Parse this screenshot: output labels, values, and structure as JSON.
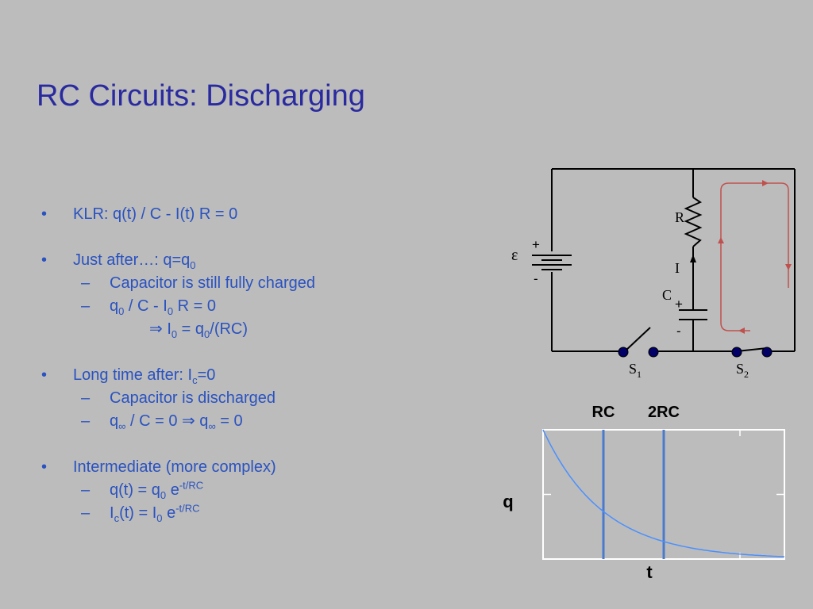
{
  "slide": {
    "title": "RC Circuits: Discharging",
    "bullets": [
      {
        "id": "klr",
        "text": "KLR:  q(t) / C - I(t) R = 0"
      },
      {
        "id": "just-after",
        "text_main": "Just after…:  q=q",
        "text_sub": "0"
      },
      {
        "id": "fully-charged",
        "text": "Capacitor is still fully charged"
      },
      {
        "id": "q0-eq",
        "parts": [
          "q",
          "0",
          " / C - I",
          "0",
          " R = 0"
        ]
      },
      {
        "id": "i0-eq",
        "parts": [
          "⇒ I",
          "0",
          " = q",
          "0",
          "/(RC)"
        ]
      },
      {
        "id": "long-time",
        "parts": [
          "Long time after: I",
          "c",
          "=0"
        ]
      },
      {
        "id": "discharged",
        "text": "Capacitor is discharged"
      },
      {
        "id": "qinf",
        "parts": [
          "q",
          "∞",
          " / C = 0 ⇒ q",
          "∞",
          " = 0"
        ]
      },
      {
        "id": "intermediate",
        "text": "Intermediate (more complex)"
      },
      {
        "id": "q-t",
        "parts": [
          "q(t) = q",
          "0",
          " e",
          "-t/RC"
        ]
      },
      {
        "id": "i-t",
        "parts": [
          "I",
          "c",
          "(t) = I",
          "0",
          " e",
          "-t/RC"
        ]
      }
    ]
  },
  "circuit": {
    "labels": {
      "emf": "ε",
      "emf_plus": "+",
      "emf_minus": "-",
      "resistor": "R",
      "current": "I",
      "capacitor": "C",
      "cap_plus": "+",
      "cap_minus": "-",
      "switch1": "S",
      "switch1_sub": "1",
      "switch2": "S",
      "switch2_sub": "2"
    },
    "colors": {
      "wire": "#000000",
      "loop_arrow": "#c0504d",
      "switch_node": "#000066"
    }
  },
  "chart_data": {
    "type": "line",
    "x_label": "t",
    "y_label": "q",
    "markers": [
      {
        "label": "RC",
        "x": 1
      },
      {
        "label": "2RC",
        "x": 2
      }
    ],
    "xlim": [
      0,
      4
    ],
    "ylim": [
      0,
      1
    ],
    "series": [
      {
        "function": "exp(-t)",
        "x": [
          0,
          0.25,
          0.5,
          0.75,
          1,
          1.5,
          2,
          2.5,
          3,
          3.5,
          4
        ],
        "values": [
          1,
          0.78,
          0.61,
          0.47,
          0.37,
          0.22,
          0.135,
          0.082,
          0.05,
          0.03,
          0.018
        ]
      }
    ],
    "colors": {
      "curve": "#4a90ff",
      "marker": "#4a7acc",
      "frame": "#ffffff"
    }
  }
}
